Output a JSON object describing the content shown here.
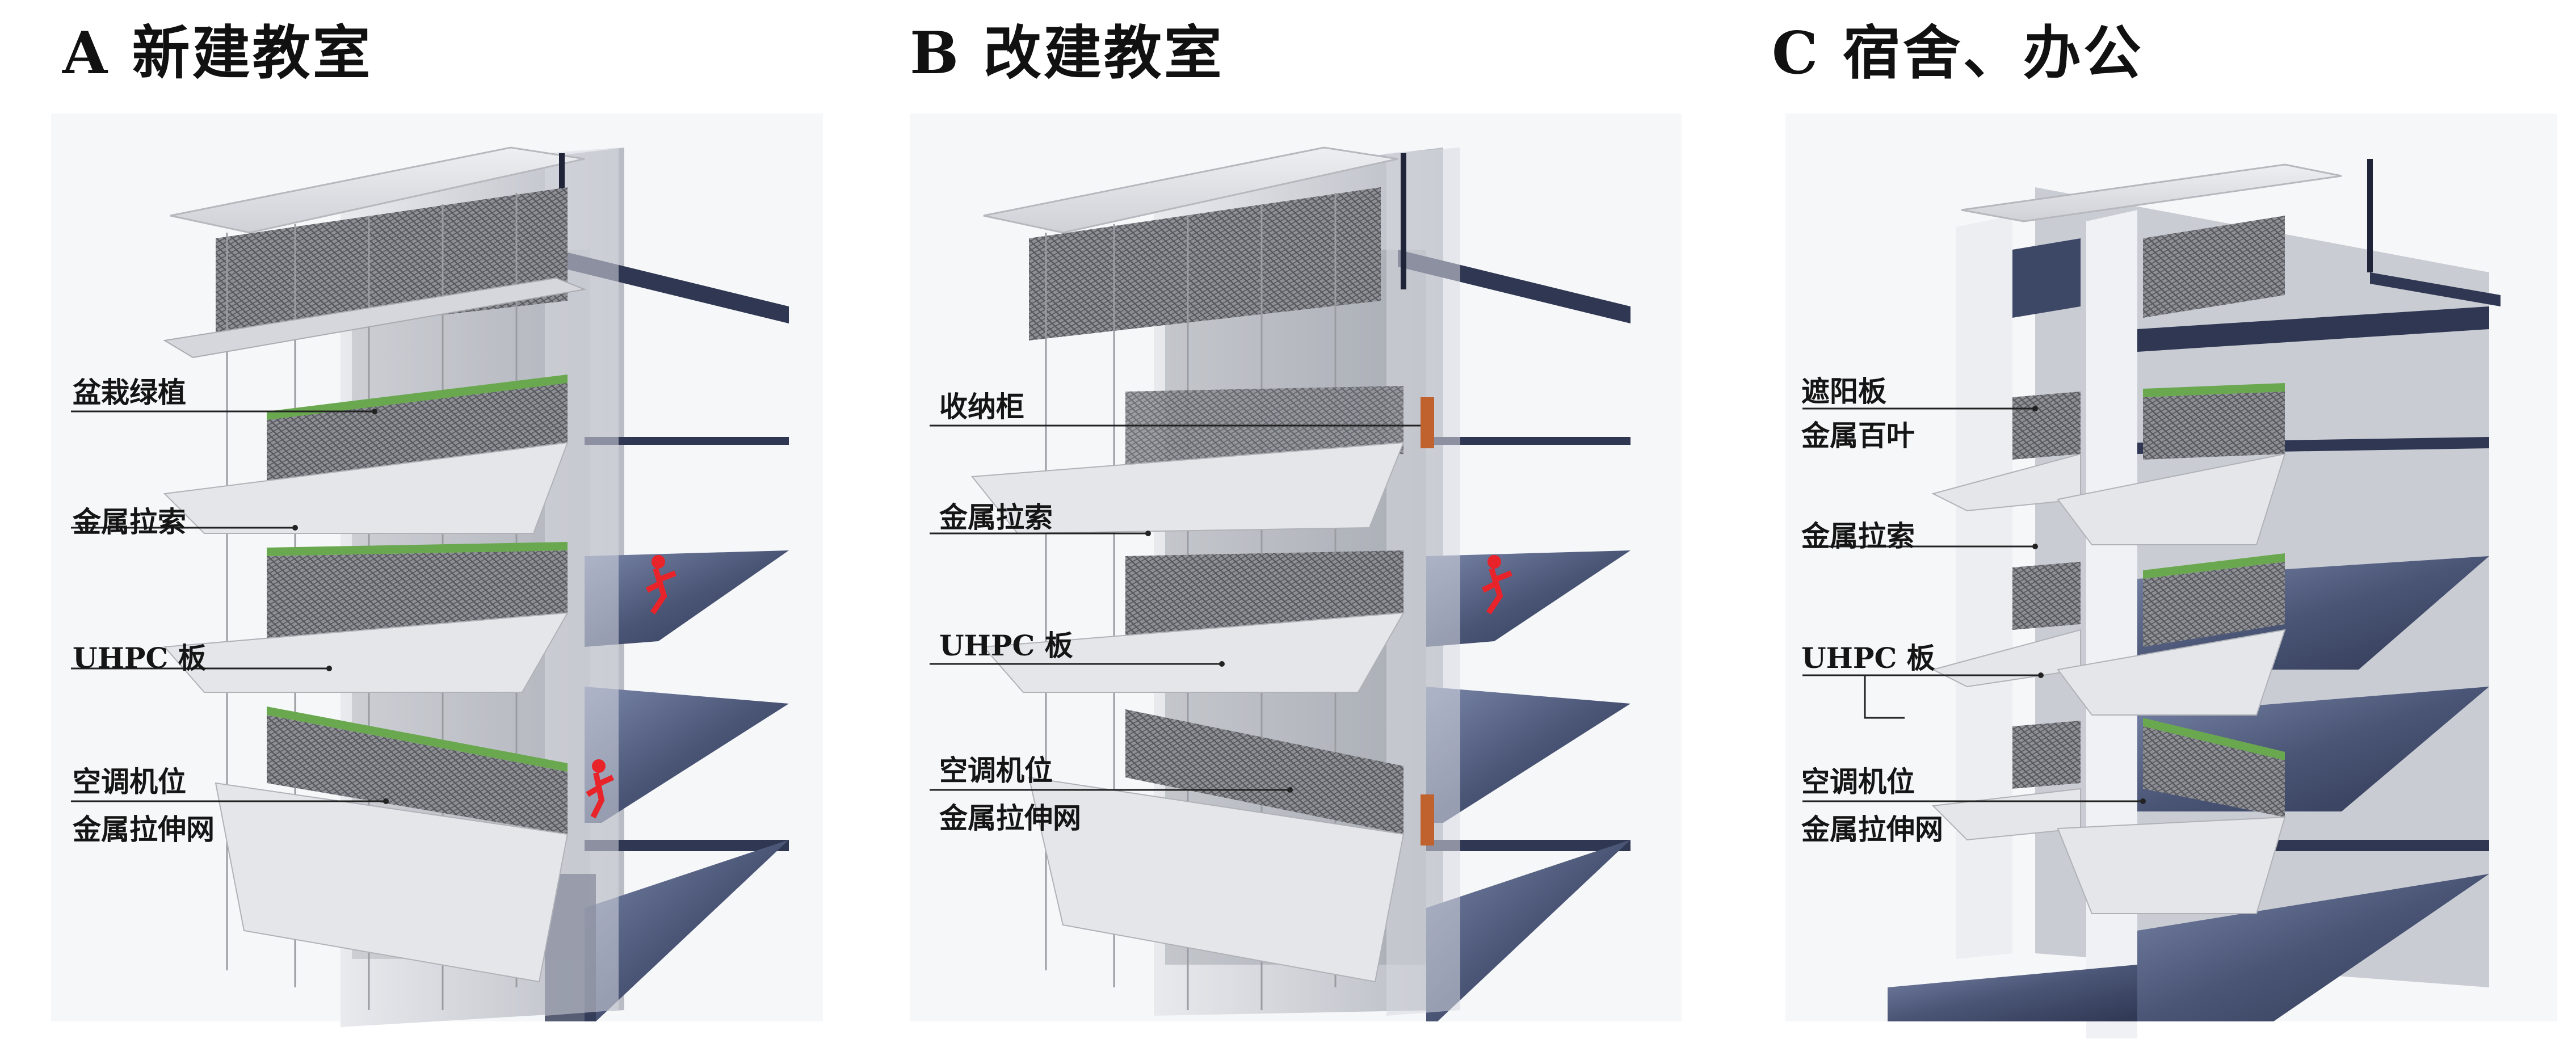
{
  "panels": [
    {
      "title": "A 新建教室",
      "labels": [
        "盆栽绿植",
        "金属拉索",
        "UHPC 板",
        "空调机位",
        "金属拉伸网"
      ]
    },
    {
      "title": "B 改建教室",
      "labels": [
        "收纳柜",
        "金属拉索",
        "UHPC 板",
        "空调机位",
        "金属拉伸网"
      ]
    },
    {
      "title": "C 宿舍、办公",
      "labels": [
        "遮阳板",
        "金属百叶",
        "金属拉索",
        "UHPC 板",
        "空调机位",
        "金属拉伸网"
      ]
    }
  ],
  "colors": {
    "slab_shadow": "#3d4766",
    "slab_light": "#e2e4ea",
    "panel_grey": "#8d8f95",
    "mesh_dark": "#55575c",
    "planter_green": "#6aa84f",
    "figure_red": "#e8232a",
    "cabinet_orange": "#c0622e"
  }
}
